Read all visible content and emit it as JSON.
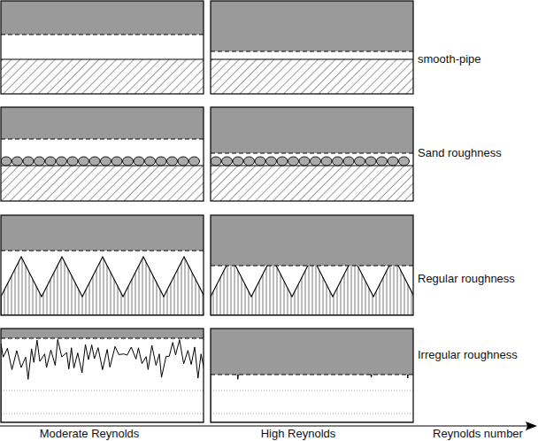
{
  "diagram": {
    "labels": [
      "smooth-pipe",
      "Sand roughness",
      "Regular roughness",
      "Irregular roughness",
      "Moderate Reynolds",
      "High Reynolds",
      "Reynolds number"
    ]
  }
}
